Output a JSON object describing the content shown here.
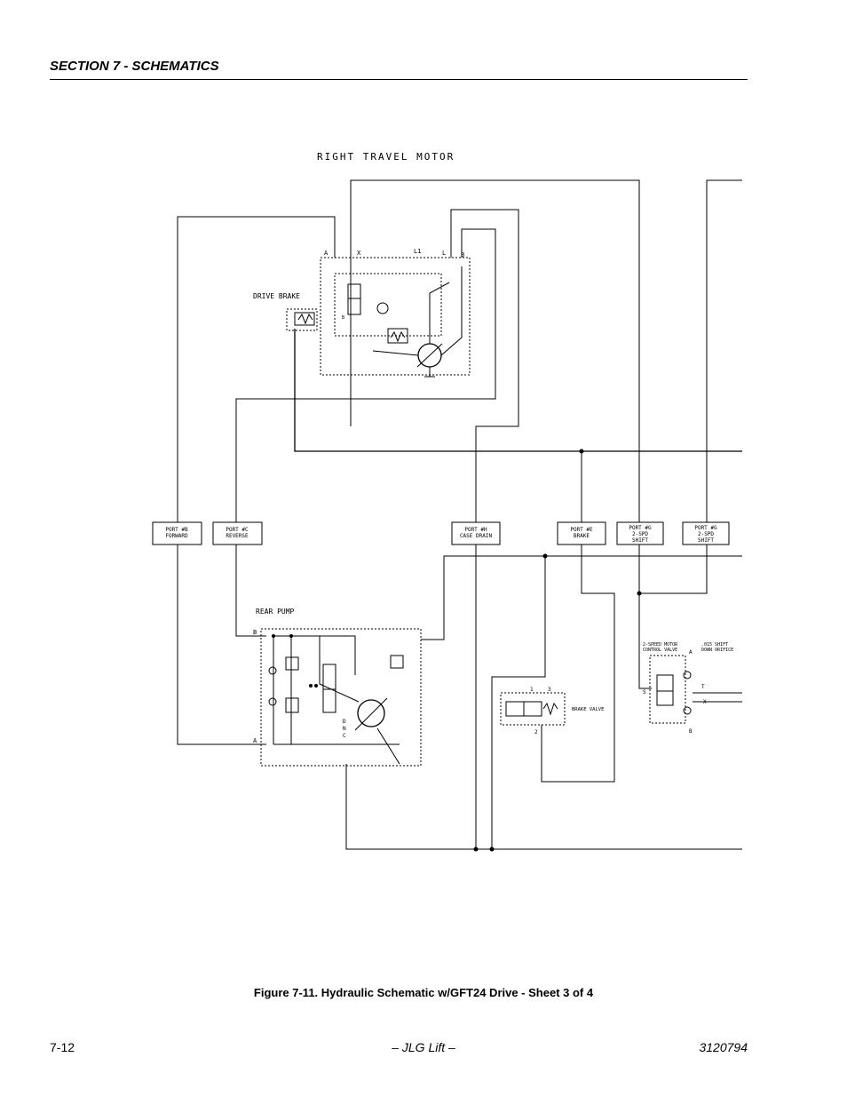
{
  "header": {
    "section": "SECTION 7 - SCHEMATICS"
  },
  "schematic": {
    "title": "RIGHT TRAVEL MOTOR",
    "drive_brake": "DRIVE BRAKE",
    "rear_pump": "REAR PUMP",
    "brake_valve": "BRAKE VALVE",
    "two_speed_valve": [
      "2-SPEED MOTOR",
      "CONTROL VALVE"
    ],
    "shift_orifice": [
      ".015 SHIFT",
      "DOWN ORIFICE"
    ],
    "motor_ports": {
      "a": "A",
      "x": "X",
      "l1": "L1",
      "l": "L",
      "b": "B"
    },
    "pump_ports": {
      "b": "B",
      "a": "A",
      "dnc": [
        "D",
        "N",
        "C"
      ]
    },
    "brake_valve_ports": [
      "1",
      "3",
      "2"
    ],
    "two_speed_ports": {
      "a": "A",
      "s": "S",
      "t": "T",
      "x": "X",
      "b": "B"
    },
    "motor_inner_b": "B",
    "port_boxes": [
      {
        "line1": "PORT #B",
        "line2": "FORWARD",
        "line3": ""
      },
      {
        "line1": "PORT #C",
        "line2": "REVERSE",
        "line3": ""
      },
      {
        "line1": "PORT #H",
        "line2": "CASE DRAIN",
        "line3": ""
      },
      {
        "line1": "PORT #E",
        "line2": "BRAKE",
        "line3": ""
      },
      {
        "line1": "PORT #G",
        "line2": "2-SPD",
        "line3": "SHIFT"
      },
      {
        "line1": "PORT #G",
        "line2": "2-SPD",
        "line3": "SHIFT"
      }
    ]
  },
  "caption": "Figure 7-11.  Hydraulic Schematic w/GFT24 Drive - Sheet 3 of 4",
  "footer": {
    "page": "7-12",
    "publisher": "– JLG Lift –",
    "doc_number": "3120794"
  }
}
